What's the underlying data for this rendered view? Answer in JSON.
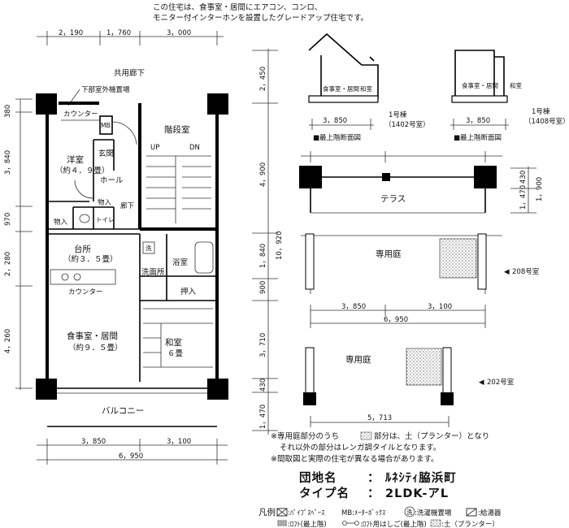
{
  "header_note": [
    "この住宅は、食事室・居間にエアコン、コンロ、",
    "モニター付インターホンを設置したグレードアップ住宅です。"
  ],
  "dims": {
    "top": [
      "2，190",
      "1，760",
      "3，000"
    ],
    "left": [
      "380",
      "3，840",
      "970",
      "2，280",
      "4，260"
    ],
    "right": [
      "2，450",
      "4，900",
      "1，840",
      "900",
      "3，710",
      "430",
      "1，470"
    ],
    "total_height": "10，920",
    "bottom_segments": [
      "3，850",
      "3，100"
    ],
    "bottom_total": "6，950"
  },
  "rooms": {
    "corridor": "共用廊下",
    "meter_area": "下部室外機置場",
    "counter_top": "カウンター",
    "mb": "MB",
    "stair": "階段室",
    "up": "UP",
    "dn": "DN",
    "yoshitsu": "洋室",
    "yoshitsu_size": "（約４．９畳）",
    "genkan": "玄関",
    "hall": "ホール",
    "storage1": "物入",
    "storage2": "物入",
    "rouka": "廊下",
    "toilet": "トイレ",
    "kitchen": "台所",
    "kitchen_size": "（約３．５畳）",
    "wash": "洗",
    "washroom": "洗面所",
    "bath": "浴室",
    "oshiire": "押入",
    "counter2": "カウンター",
    "dining": "食事室・居間",
    "dining_size": "（約９．５畳）",
    "washitsu": "和室",
    "washitsu_size": "６畳",
    "balcony": "バルコニー"
  },
  "section1": {
    "room1": "食事室・居間",
    "room2": "和室",
    "dim": "3，850",
    "tag": "1号棟",
    "unit": "（1402号室）",
    "caption": "■最上階断面図"
  },
  "section2": {
    "room1": "食事室・居間",
    "room2": "和室",
    "dim": "3，850",
    "tag": "1号棟",
    "unit": "（1408号室）",
    "caption": "■最上階断面図"
  },
  "lower": {
    "terrace": "テラス",
    "terrace_dims": [
      "430",
      "1，470",
      "1，900"
    ],
    "garden1": "専用庭",
    "room208": "208号室",
    "garden1_dims": [
      "3，850",
      "3，100"
    ],
    "garden1_total": "6，950",
    "garden2": "専用庭",
    "room202": "202号室",
    "garden2_total": "5，713"
  },
  "notes": [
    "※専用庭部分のうち",
    "部分は、土（プランター）となり",
    "それ以外の部分はレンガ調タイルとなります。",
    "※間取図と実際の住宅が異なる場合があります。"
  ],
  "info": {
    "label1": "団地名",
    "value1": "ﾙﾈｼﾃｨ脇浜町",
    "label2": "タイプ名",
    "value2": "2LDK-アL",
    "colon": "："
  },
  "legend": {
    "title": "凡例",
    "row1": [
      ":ﾊﾟｲﾌﾟｽﾍﾟｰｽ",
      "MB:ﾒｰﾀｰﾎﾞｯｸｽ",
      ":洗濯機置場",
      ":給湯器"
    ],
    "wash_mark": "洗",
    "row2": [
      ":ﾛﾌﾄ(最上階)",
      ":ﾛﾌﾄ用はしご(最上階)",
      ":土（プランター）"
    ]
  }
}
